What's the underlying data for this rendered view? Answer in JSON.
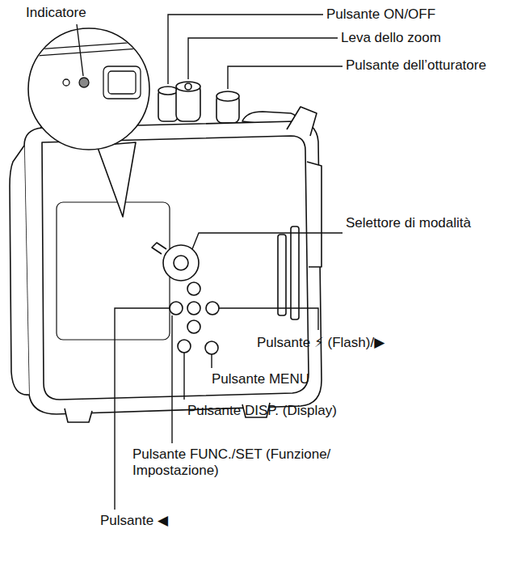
{
  "diagram": {
    "labels": [
      "Indicatore",
      "Pulsante ON/OFF",
      "Leva dello zoom",
      "Pulsante dell’otturatore",
      "Selettore di modalità",
      "Pulsante ⚡ (Flash)/▶",
      "Pulsante MENU",
      "Pulsante DISP. (Display)",
      "Pulsante FUNC./SET (Funzione/ Impostazione)",
      "Pulsante ◀"
    ]
  }
}
